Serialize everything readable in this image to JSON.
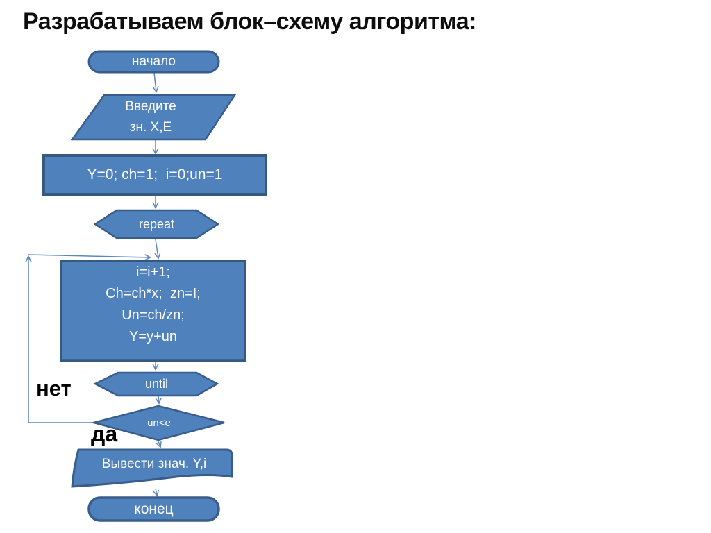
{
  "title": "Разрабатываем блок–схему алгоритма:",
  "colors": {
    "shape_fill": "#4f81bd",
    "shape_border": "#385d8a",
    "connector": "#5b87be",
    "shape_text": "#ffffff",
    "edge_label_text": "#000000"
  },
  "flowchart": {
    "start": {
      "label": "начало"
    },
    "input": {
      "lines": [
        "Введите",
        "зн. X,E"
      ]
    },
    "init": {
      "label": "Y=0; ch=1;  i=0;un=1"
    },
    "repeat": {
      "label": "repeat"
    },
    "body": {
      "lines": [
        "i=i+1;",
        "Ch=ch*x;  zn=I;",
        "Un=ch/zn;",
        "Y=y+un"
      ]
    },
    "until": {
      "label": "until"
    },
    "condition": {
      "label": "un<e"
    },
    "output": {
      "label": "Вывести знач. Y,i"
    },
    "end": {
      "label": "конец"
    },
    "edge_labels": {
      "no": "нет",
      "yes": "да"
    }
  }
}
